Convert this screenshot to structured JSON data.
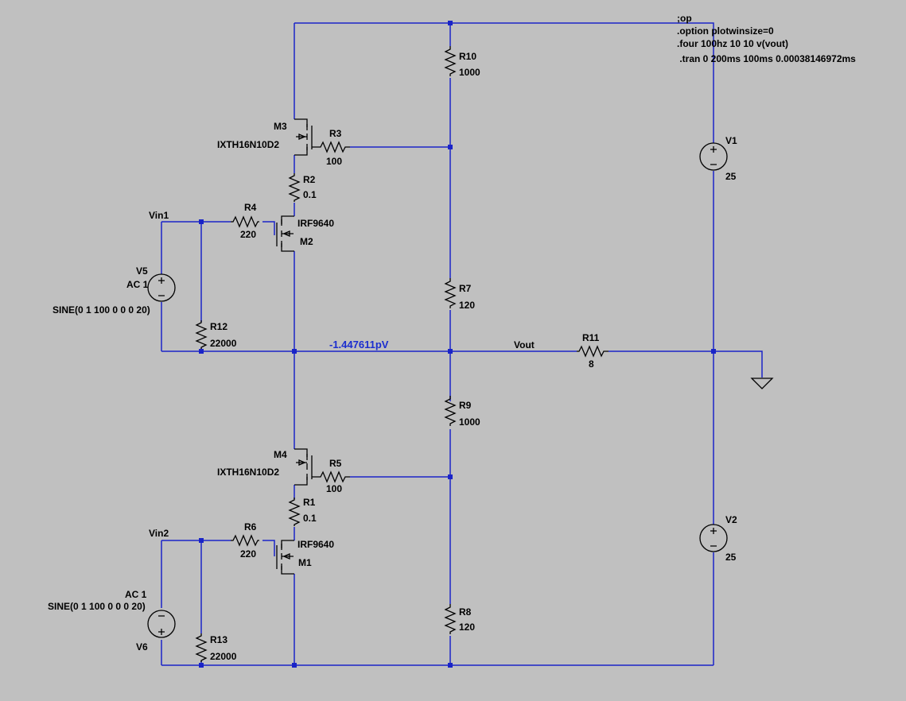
{
  "directives": [
    ";op",
    ".option plotwinsize=0",
    ".four 100hz 10 10 v(vout)",
    " .tran 0 200ms 100ms 0.00038146972ms"
  ],
  "probe_value": "-1.447611pV",
  "nets": {
    "vout": "Vout",
    "vin1": "Vin1",
    "vin2": "Vin2"
  },
  "mosfets": {
    "m3": {
      "name": "M3",
      "model": "IXTH16N10D2"
    },
    "m2": {
      "name": "M2",
      "model": "IRF9640"
    },
    "m4": {
      "name": "M4",
      "model": "IXTH16N10D2"
    },
    "m1": {
      "name": "M1",
      "model": "IRF9640"
    }
  },
  "resistors": {
    "r10": {
      "name": "R10",
      "value": "1000"
    },
    "r3": {
      "name": "R3",
      "value": "100"
    },
    "r2": {
      "name": "R2",
      "value": "0.1"
    },
    "r4": {
      "name": "R4",
      "value": "220"
    },
    "r7": {
      "name": "R7",
      "value": "120"
    },
    "r12": {
      "name": "R12",
      "value": "22000"
    },
    "r11": {
      "name": "R11",
      "value": "8"
    },
    "r9": {
      "name": "R9",
      "value": "1000"
    },
    "r5": {
      "name": "R5",
      "value": "100"
    },
    "r1": {
      "name": "R1",
      "value": "0.1"
    },
    "r6": {
      "name": "R6",
      "value": "220"
    },
    "r8": {
      "name": "R8",
      "value": "120"
    },
    "r13": {
      "name": "R13",
      "value": "22000"
    }
  },
  "sources": {
    "v1": {
      "name": "V1",
      "value": "25"
    },
    "v2": {
      "name": "V2",
      "value": "25"
    },
    "v5": {
      "name": "V5",
      "ac": "AC 1",
      "value": "SINE(0 1 100 0 0 0 20)"
    },
    "v6": {
      "name": "V6",
      "ac": "AC 1",
      "value": "SINE(0 1 100 0 0 0 20)"
    }
  },
  "colors": {
    "background": "#c0c0c0",
    "wire": "#1a24c8",
    "component": "#000000",
    "probe_text": "#1a2dcf"
  }
}
